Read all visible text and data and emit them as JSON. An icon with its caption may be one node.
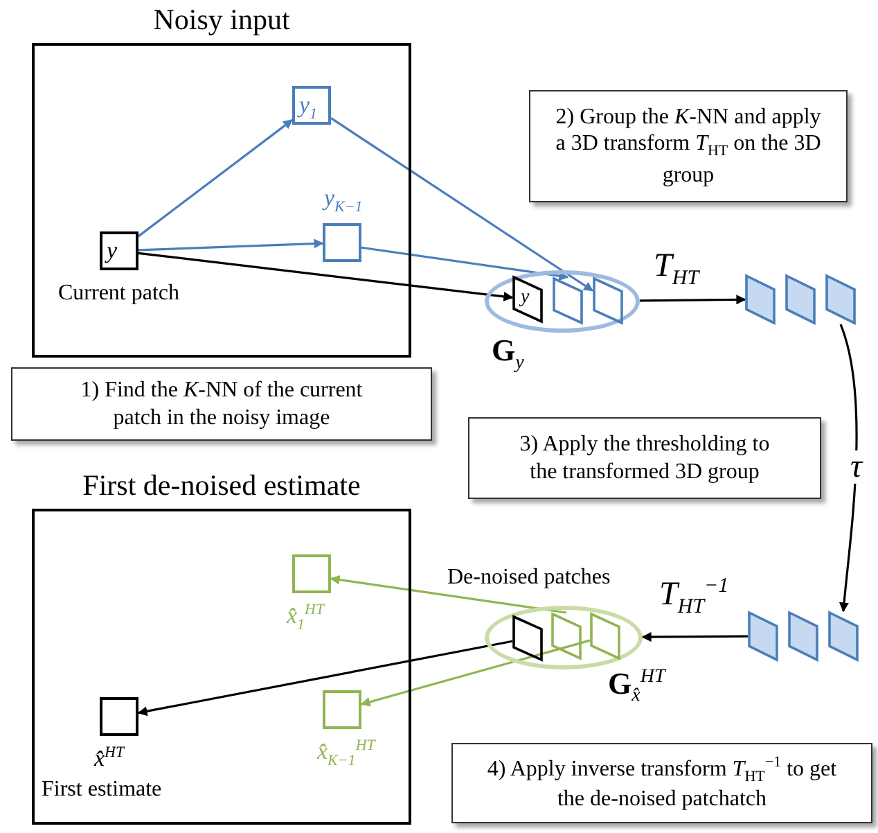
{
  "diagram": {
    "nodes": [
      {
        "text": [
          "Noisy input"
        ]
      },
      {
        "text": [
          "y$_{1}$"
        ],
        "in": 0
      },
      {
        "text": [
          "y$_{K−1}$"
        ],
        "in": 0
      },
      {
        "text": [
          "y"
        ],
        "beside": [
          "Current patch"
        ],
        "in": 0
      },
      {
        "text": [
          "**G**$_{y}$"
        ]
      },
      {
        "text": [
          "y"
        ],
        "in": 4
      },
      {
        "text": [],
        "shape": "box",
        "in": 4
      },
      {
        "text": [],
        "shape": "box",
        "in": 4
      },
      {
        "text": [],
        "shape": "box"
      },
      {
        "text": [],
        "shape": "box"
      },
      {
        "text": [],
        "shape": "box"
      },
      {
        "text": [],
        "shape": "box"
      },
      {
        "text": [],
        "shape": "box"
      },
      {
        "text": [],
        "shape": "box"
      },
      {
        "text": [
          "**G**$_{x̂}$$^{HT}$"
        ],
        "beside": [
          "De-noised patches"
        ]
      },
      {
        "text": [],
        "shape": "box",
        "in": 14
      },
      {
        "text": [],
        "shape": "box",
        "in": 14
      },
      {
        "text": [],
        "shape": "box",
        "in": 14
      },
      {
        "text": [
          "First de-noised estimate"
        ]
      },
      {
        "text": [
          "x̂$_{1}$$^{HT}$"
        ],
        "in": 18
      },
      {
        "text": [
          "x̂$_{K−1}$$^{HT}$"
        ],
        "in": 18
      },
      {
        "text": [
          "x̂$^{HT}$"
        ],
        "beside": [
          "First estimate"
        ],
        "in": 18
      },
      {
        "text": [
          "1) Find the *K*-NN of the current patch in the noisy image"
        ]
      },
      {
        "text": [
          "2) Group the *K*-NN and apply a 3D transform *T*$_{HT}$ on the 3D group"
        ]
      },
      {
        "text": [
          "3) Apply the thresholding to the transformed 3D group"
        ]
      },
      {
        "text": [
          "4) Apply inverse transform *T*$_{HT}$$^{−1}$ to get the de-noised patchatch"
        ]
      }
    ],
    "edges": [
      {
        "from": 3,
        "to": 1,
        "arrow": "to",
        "color": "#4a7ebb"
      },
      {
        "from": 3,
        "to": 2,
        "arrow": "to",
        "color": "#4a7ebb"
      },
      {
        "from": 3,
        "to": 5,
        "arrow": "to"
      },
      {
        "from": 1,
        "to": 7,
        "arrow": "to",
        "color": "#4a7ebb"
      },
      {
        "from": 2,
        "to": 6,
        "arrow": "to",
        "color": "#4a7ebb"
      },
      {
        "from": 4,
        "to": 8,
        "arrow": "to",
        "label": "T$_{HT}$"
      },
      {
        "from": 10,
        "to": 13,
        "arrow": "to",
        "label": "τ"
      },
      {
        "from": 11,
        "to": 14,
        "arrow": "to",
        "label": "T$_{HT}$$^{−1}$"
      },
      {
        "from": 15,
        "to": 21,
        "arrow": "to"
      },
      {
        "from": 16,
        "to": 19,
        "arrow": "to",
        "color": "#8fb552"
      },
      {
        "from": 17,
        "to": 20,
        "arrow": "to",
        "color": "#8fb552"
      }
    ]
  }
}
